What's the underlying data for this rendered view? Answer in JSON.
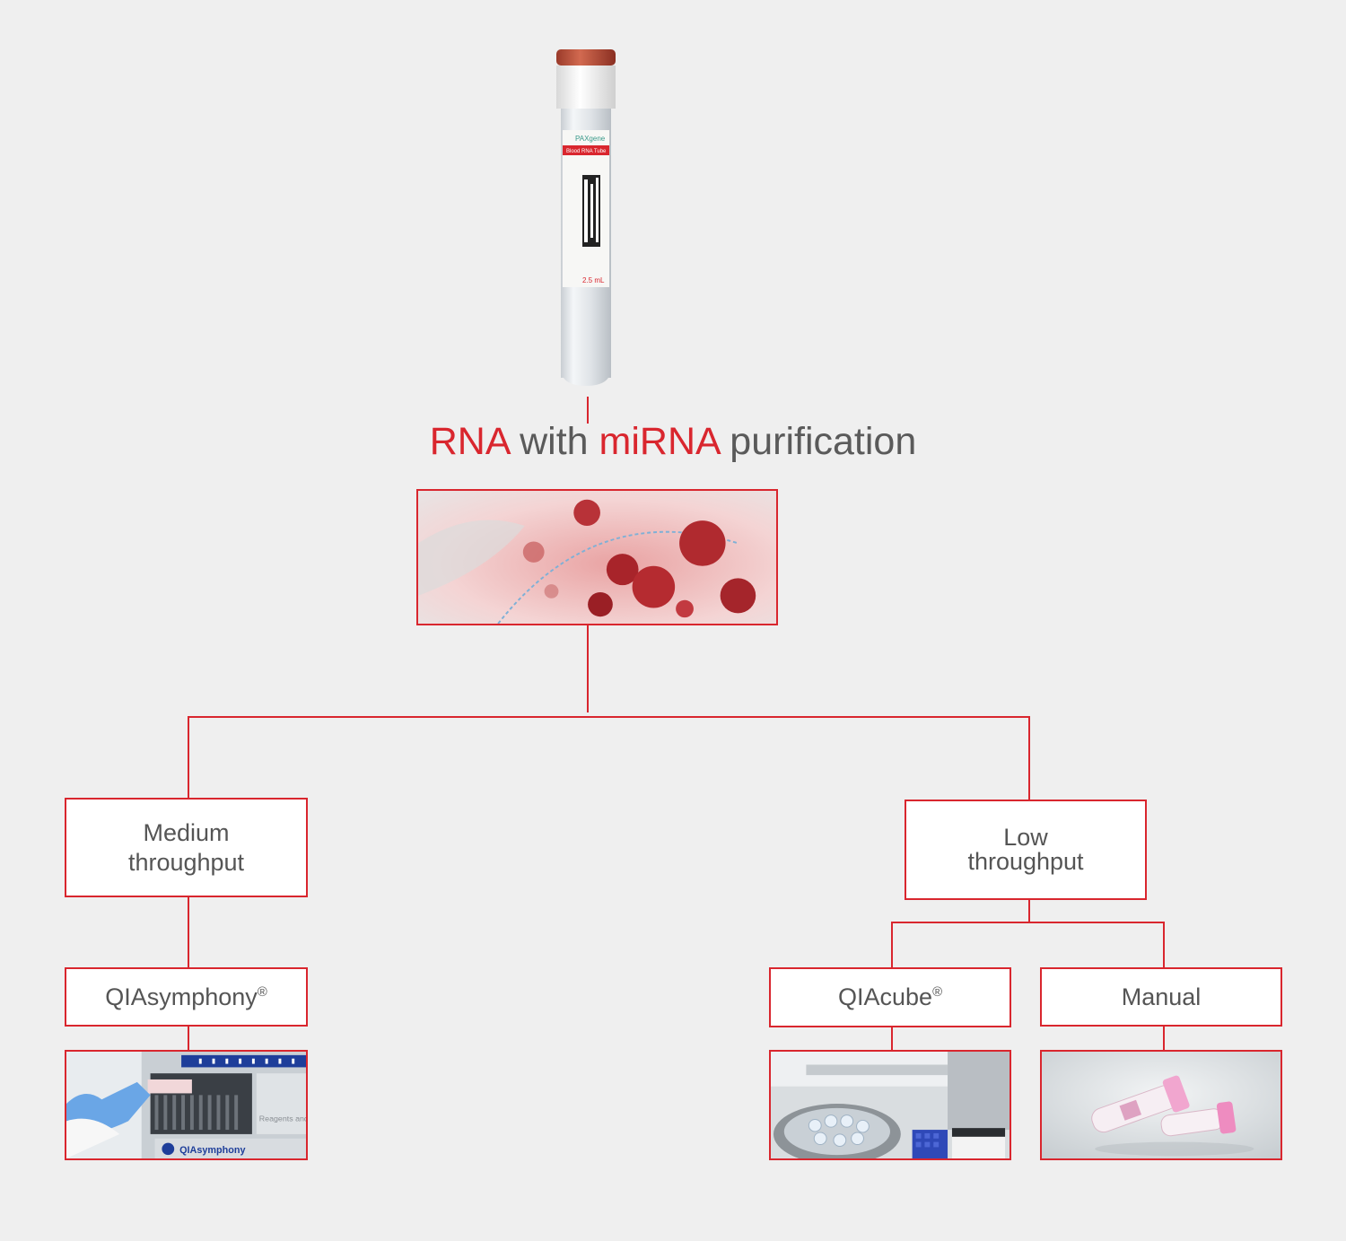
{
  "title": {
    "part1": "RNA",
    "part2": " with ",
    "part3": "miRNA",
    "part4": " purification"
  },
  "tube_label": {
    "brand": "PAXgene",
    "product": "Blood RNA Tube",
    "volume": "2.5 mL"
  },
  "nodes": {
    "medium": {
      "line1": "Medium",
      "line2": "throughput"
    },
    "low": {
      "line1": "Low",
      "line2": "throughput"
    },
    "qiasymphony": {
      "label": "QIAsymphony",
      "mark": "®"
    },
    "qiacube": {
      "label": "QIAcube",
      "mark": "®"
    },
    "manual": {
      "label": "Manual"
    }
  },
  "image_text": {
    "qiasymphony_brand": "QIAsymphony",
    "reagents": "Reagents and"
  },
  "colors": {
    "accent": "#d9262e",
    "background": "#efefef",
    "text": "#555555"
  }
}
